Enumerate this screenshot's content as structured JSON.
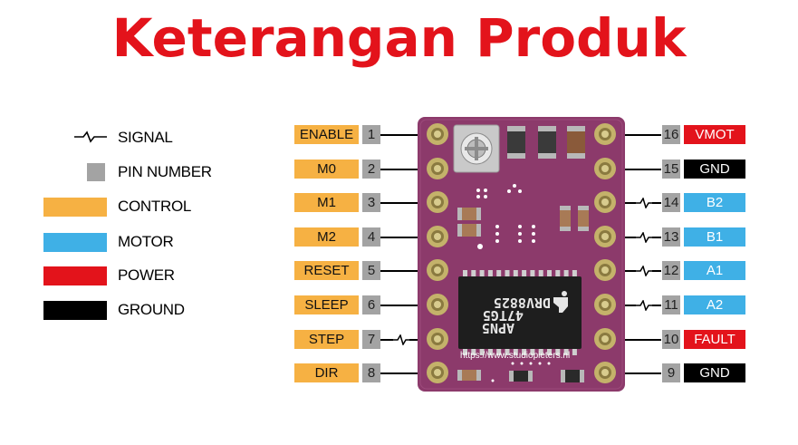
{
  "title": "Keterangan Produk",
  "colors": {
    "title": "#e3131b",
    "control": "#f6b143",
    "motor": "#3fb0e6",
    "power": "#e3131b",
    "ground": "#000000",
    "pin_number": "#a3a3a3",
    "board": "#8c3a6b"
  },
  "legend": [
    {
      "label": "SIGNAL",
      "type": "signal"
    },
    {
      "label": "PIN NUMBER",
      "type": "pin_number"
    },
    {
      "label": "CONTROL",
      "type": "control"
    },
    {
      "label": "MOTOR",
      "type": "motor"
    },
    {
      "label": "POWER",
      "type": "power"
    },
    {
      "label": "GROUND",
      "type": "ground"
    }
  ],
  "left_pins": [
    {
      "number": "1",
      "label": "ENABLE",
      "type": "control",
      "signal": false
    },
    {
      "number": "2",
      "label": "M0",
      "type": "control",
      "signal": false
    },
    {
      "number": "3",
      "label": "M1",
      "type": "control",
      "signal": false
    },
    {
      "number": "4",
      "label": "M2",
      "type": "control",
      "signal": false
    },
    {
      "number": "5",
      "label": "RESET",
      "type": "control",
      "signal": false
    },
    {
      "number": "6",
      "label": "SLEEP",
      "type": "control",
      "signal": false
    },
    {
      "number": "7",
      "label": "STEP",
      "type": "control",
      "signal": true
    },
    {
      "number": "8",
      "label": "DIR",
      "type": "control",
      "signal": false
    }
  ],
  "right_pins": [
    {
      "number": "16",
      "label": "VMOT",
      "type": "power",
      "signal": false
    },
    {
      "number": "15",
      "label": "GND",
      "type": "ground",
      "signal": false
    },
    {
      "number": "14",
      "label": "B2",
      "type": "motor",
      "signal": true
    },
    {
      "number": "13",
      "label": "B1",
      "type": "motor",
      "signal": true
    },
    {
      "number": "12",
      "label": "A1",
      "type": "motor",
      "signal": true
    },
    {
      "number": "11",
      "label": "A2",
      "type": "motor",
      "signal": true
    },
    {
      "number": "10",
      "label": "FAULT",
      "type": "power",
      "signal": false
    },
    {
      "number": "9",
      "label": "GND",
      "type": "ground",
      "signal": false
    }
  ],
  "chip": {
    "line1": "DRV8825",
    "line2": "47TG5",
    "line3": "APN5"
  },
  "board_url": "https://www.studiopieters.nl"
}
